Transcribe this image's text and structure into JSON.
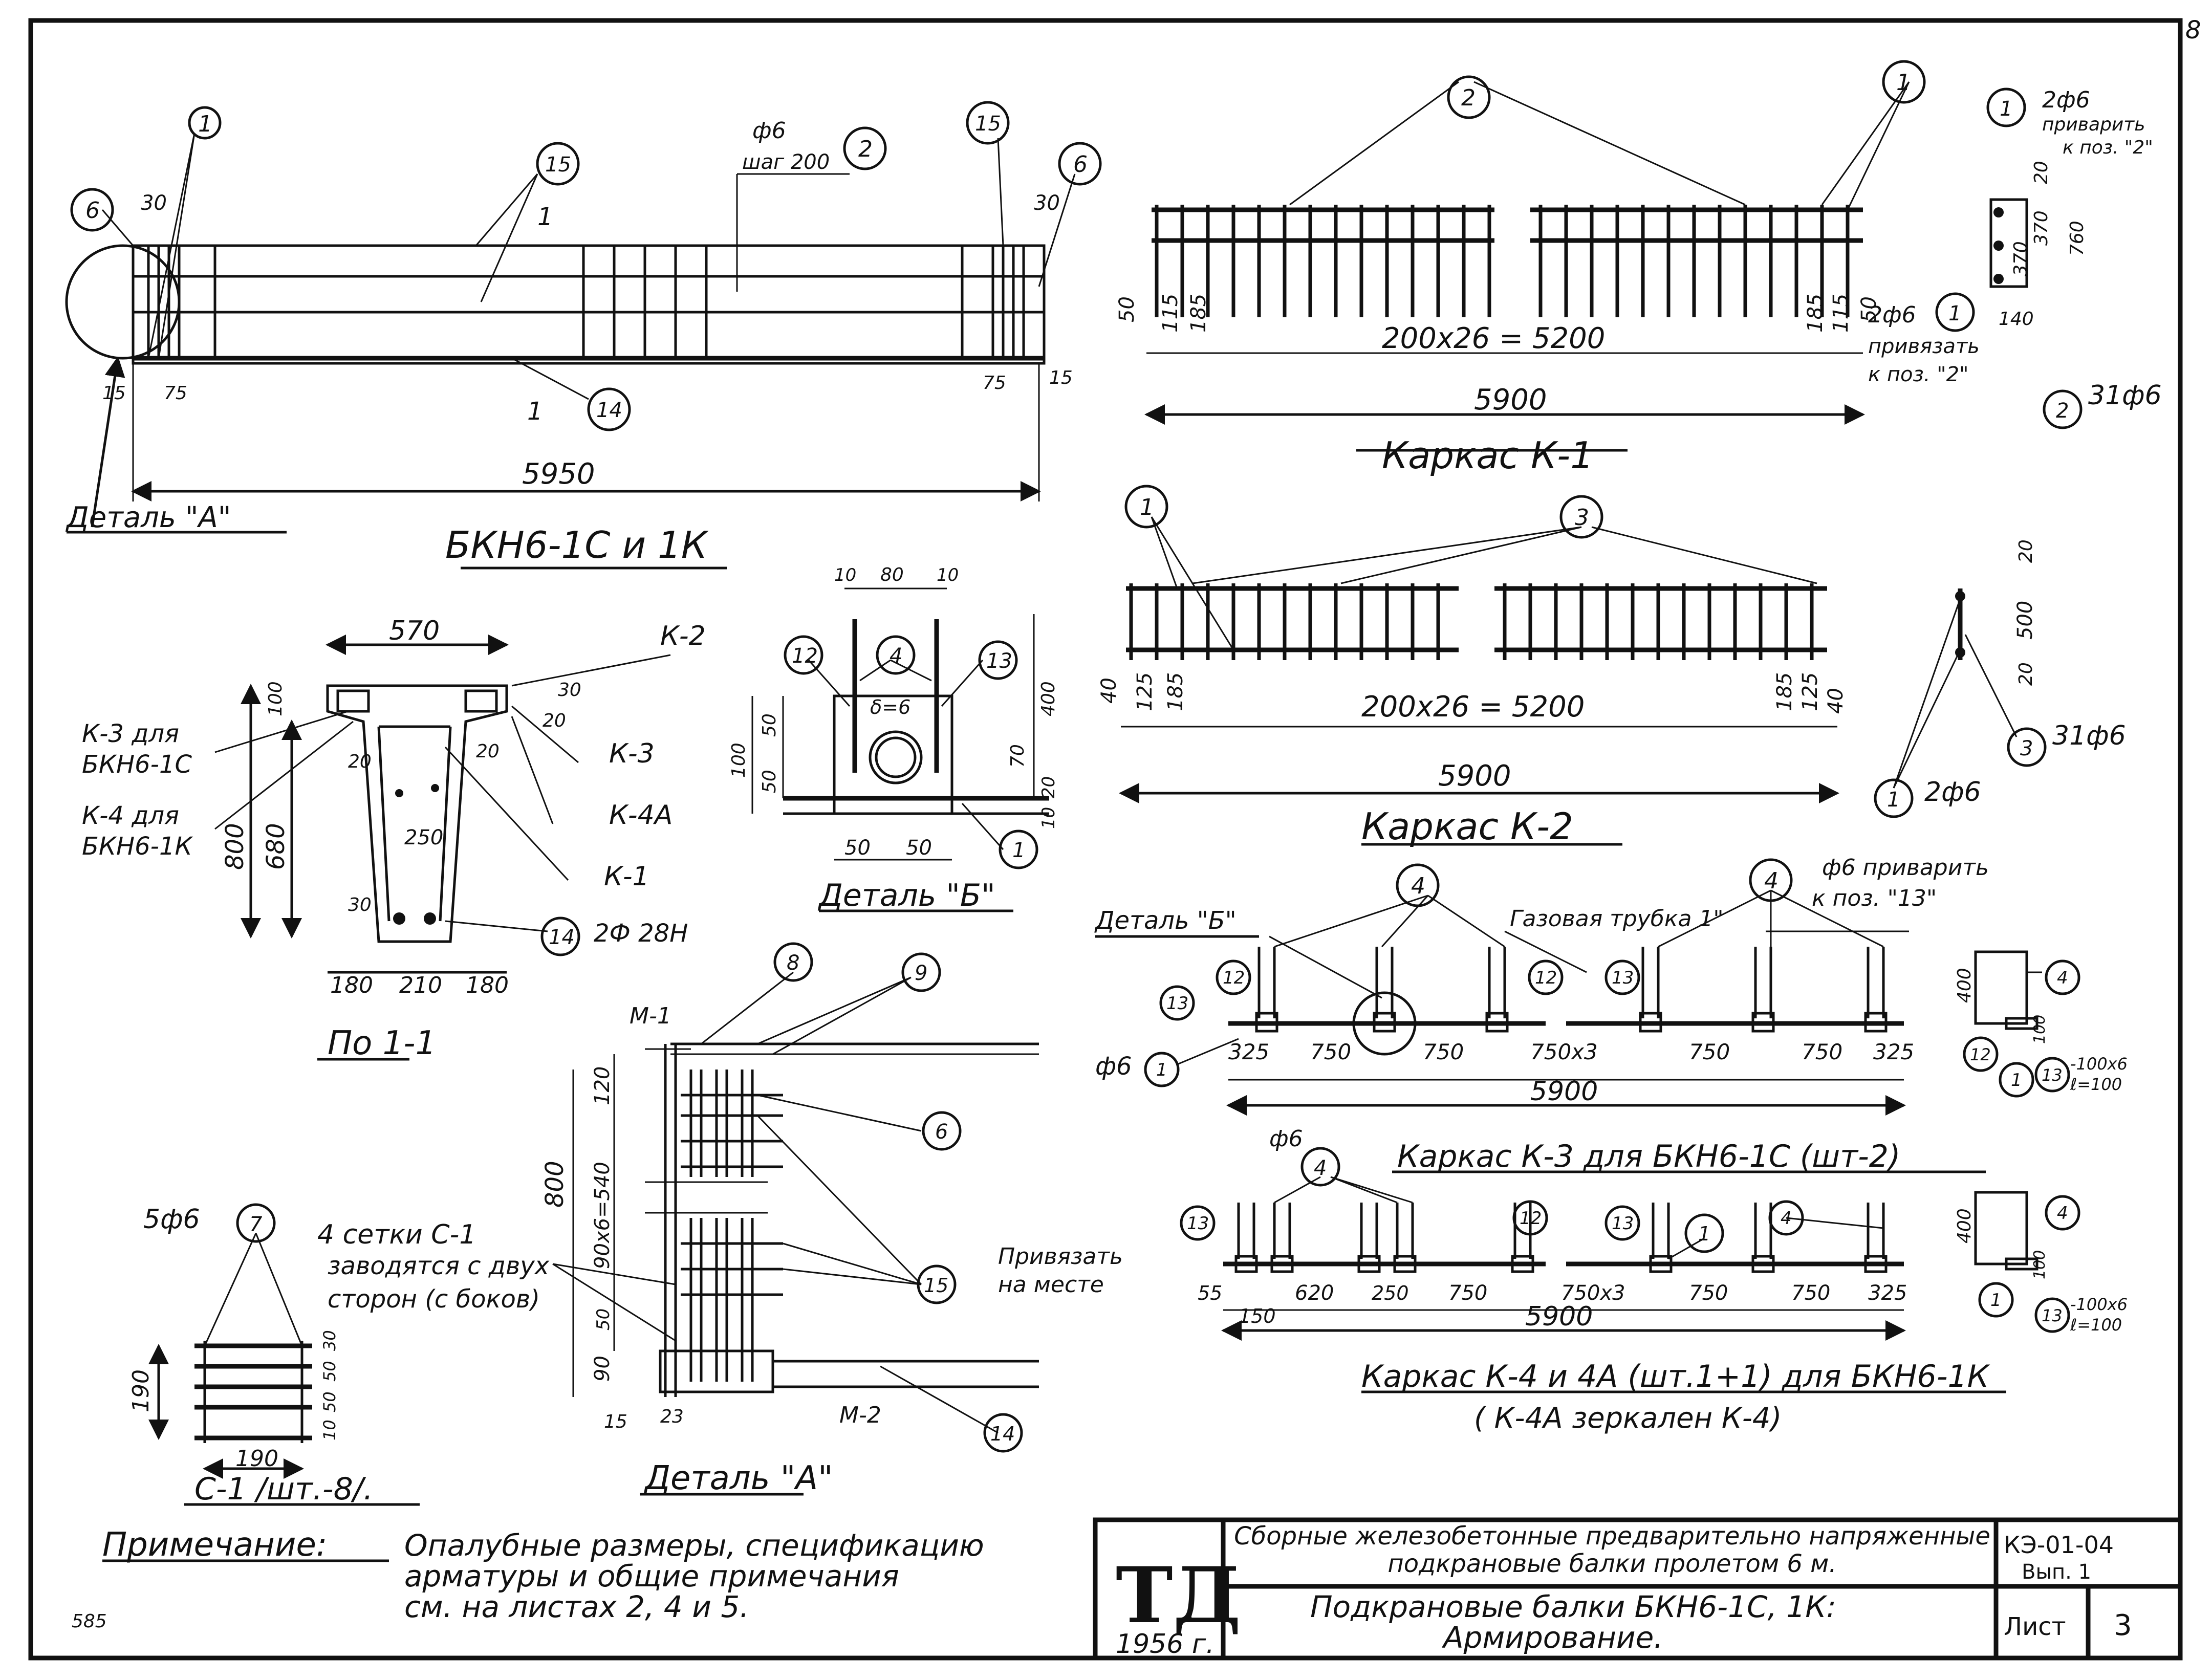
{
  "sheet": {
    "page_number": "8",
    "code_stamp": "585"
  },
  "title_block": {
    "logo": "ТД",
    "year": "1956 г.",
    "series_title": "Сборные железобетонные предварительно напряженные подкрановые балки пролетом 6 м.",
    "sheet_title_line1": "Подкрановые балки БКН6-1С, 1К:",
    "sheet_title_line2": "Армирование.",
    "code": "КЭ-01-04",
    "issue": "Вып. 1",
    "sheet_label": "Лист",
    "sheet_no": "3"
  },
  "note": {
    "label": "Примечание:",
    "line1": "Опалубные размеры, спецификацию",
    "line2": "арматуры и общие примечания",
    "line3": "см. на листах 2, 4 и 5."
  },
  "beam_elevation": {
    "title": "БКН6-1С и 1К",
    "length": "5950",
    "detail_a": "Деталь \"А\"",
    "dim_30_left": "30",
    "dim_30_right": "30",
    "dim_15_left": "15",
    "dim_15_right": "15",
    "dim_75_left": "75",
    "dim_75_right": "75",
    "section_mark_top": "1",
    "section_mark_bottom": "1",
    "bar2_label": "ф6",
    "bar2_pitch": "шаг 200",
    "callouts": [
      "1",
      "2",
      "6",
      "6",
      "14",
      "15",
      "15"
    ]
  },
  "frame_k1": {
    "title": "Каркас К-1",
    "spacing": "200x26 = 5200",
    "length": "5900",
    "dims": [
      "50",
      "115",
      "185",
      "185",
      "115",
      "50"
    ],
    "callouts": [
      "2",
      "1"
    ],
    "side_note1": "2ф6",
    "side_note2": "приварить",
    "side_note3": "к поз. \"2\"",
    "side_dims": [
      "20",
      "370",
      "370",
      "760",
      "140"
    ],
    "side_note4": "2ф6",
    "side_note5": "привязать",
    "side_note6": "к поз. \"2\"",
    "bar_count": "31ф6",
    "side_callouts": [
      "1",
      "1",
      "2"
    ]
  },
  "frame_k2": {
    "title": "Каркас К-2",
    "spacing": "200x26 = 5200",
    "length": "5900",
    "dims": [
      "40",
      "125",
      "185",
      "185",
      "125",
      "40"
    ],
    "callouts": [
      "1",
      "3"
    ],
    "side_dims": [
      "20",
      "500",
      "20"
    ],
    "bar_count": "31ф6",
    "top_bars": "2ф6",
    "side_callouts": [
      "3",
      "1"
    ]
  },
  "section": {
    "title": "По 1-1",
    "width_top": "570",
    "height": "800",
    "height_inner": "680",
    "dim_100": "100",
    "dim_30": "30",
    "dim_20a": "20",
    "dim_20b": "20",
    "dim_20c": "20",
    "web": "250",
    "dim_30b": "30",
    "bottom": [
      "180",
      "210",
      "180"
    ],
    "k2": "К-2",
    "k3": "К-3",
    "k4a": "К-4А",
    "k1": "К-1",
    "k3_for": "К-3 для",
    "k3_beam": "БКН6-1С",
    "k4_for": "К-4 для",
    "k4_beam": "БКН6-1К",
    "bars": "2Ф 28Н",
    "callout": "14"
  },
  "detail_b": {
    "title": "Деталь \"Б\"",
    "top_dims": [
      "10",
      "80",
      "10"
    ],
    "delta": "δ=6",
    "dims_left": [
      "100",
      "50",
      "50"
    ],
    "dims_right": [
      "400",
      "70",
      "20",
      "10"
    ],
    "bottom_dims": [
      "50",
      "50"
    ],
    "callouts": [
      "12",
      "4",
      "13",
      "1"
    ]
  },
  "detail_a": {
    "title": "Деталь \"А\"",
    "m1": "М-1",
    "m2": "М-2",
    "height": "800",
    "dim_120": "120",
    "dim_pitch": "90x6=540",
    "dim_50": "50",
    "dim_90": "90",
    "dim_15": "15",
    "dim_23": "23",
    "mesh_note1": "4 сетки С-1",
    "mesh_note2": "заводятся с двух",
    "mesh_note3": "сторон (с боков)",
    "tie_note1": "Привязать",
    "tie_note2": "на месте",
    "callouts": [
      "8",
      "9",
      "6",
      "15",
      "14"
    ]
  },
  "mesh_c1": {
    "title": "С-1 /шт.-8/.",
    "bars": "5ф6",
    "callout": "7",
    "height": "190",
    "width": "190",
    "side_dims": [
      "30",
      "50",
      "50",
      "10"
    ]
  },
  "frame_k3": {
    "title": "Каркас К-3 для БКН6-1С (шт-2)",
    "detail_b_ref": "Деталь \"Б\"",
    "gas_pipe": "Газовая трубка 1\"",
    "weld_note1": "ф6 приварить",
    "weld_note2": "к поз. \"13\"",
    "bar_label": "ф6",
    "dims": [
      "325",
      "750",
      "750",
      "750x3",
      "750",
      "750",
      "325"
    ],
    "length": "5900",
    "callouts": [
      "4",
      "4",
      "12",
      "12",
      "13",
      "13",
      "1"
    ],
    "side_dims": [
      "400",
      "100"
    ],
    "plate": "-100x6",
    "plate_len": "ℓ=100",
    "side_callouts": [
      "4",
      "12",
      "1",
      "13"
    ]
  },
  "frame_k4": {
    "title": "Каркас К-4 и 4А (шт.1+1) для БКН6-1К",
    "subtitle": "( К-4А зеркален К-4)",
    "bar_label": "ф6",
    "dims": [
      "55",
      "620",
      "250",
      "750",
      "750x3",
      "750",
      "750",
      "325"
    ],
    "dim_150": "150",
    "length": "5900",
    "callouts": [
      "4",
      "13",
      "12",
      "13",
      "1",
      "4"
    ],
    "side_dims": [
      "400",
      "100"
    ],
    "plate": "-100x6",
    "plate_len": "ℓ=100",
    "side_callouts": [
      "4",
      "1",
      "13"
    ]
  }
}
